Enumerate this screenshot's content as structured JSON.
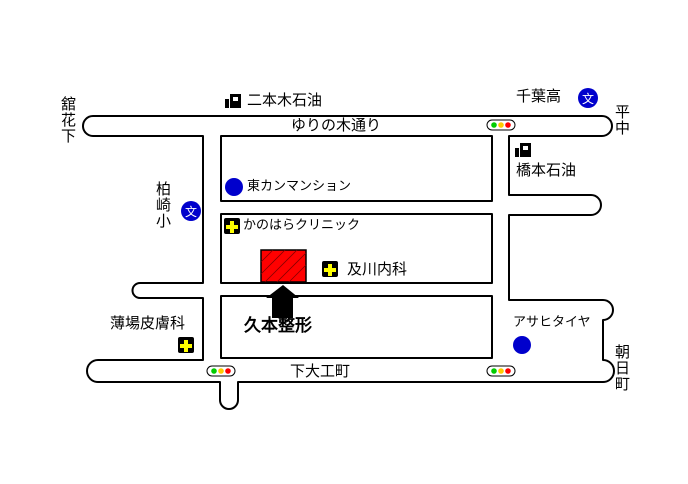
{
  "places": {
    "nihongi_sekiyu": "二本木石油",
    "chiba_ko": "千葉高",
    "yurinoki_dori": "ゆりの木通り",
    "hashimoto_sekiyu": "橋本石油",
    "higashi_mansion": "東カンマンション",
    "kanohara_clinic": "かのはらクリニック",
    "oikawa_naika": "及川内科",
    "kuhon_seikei": "久本整形",
    "usuba_hifuka": "薄場皮膚科",
    "asahi_taiya": "アサヒタイヤ",
    "shimodaiku_machi": "下大工町"
  },
  "vertical_labels": {
    "kanka": "舘花下",
    "hiranaka": "平中",
    "kashiwazaki_sho": "柏崎小",
    "asahi_machi": "朝日町"
  },
  "school_mark": "文",
  "colors": {
    "destination": "#ff0000",
    "hospital_cross": "#ffff00",
    "school_circle": "#0000cc",
    "signal_green": "#00cc00",
    "signal_red": "#ff0000"
  }
}
